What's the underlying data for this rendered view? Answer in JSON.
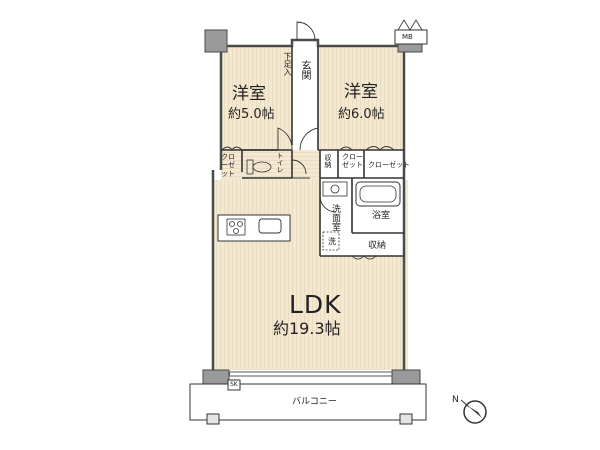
{
  "rooms": {
    "western_room_1": {
      "name": "洋室",
      "size": "約5.0帖"
    },
    "western_room_2": {
      "name": "洋室",
      "size": "約6.0帖"
    },
    "ldk": {
      "name": "LDK",
      "size": "約19.3帖"
    }
  },
  "labels": {
    "entrance": "玄関",
    "shoe_box": "下足入",
    "mb": "MB",
    "closet_1": "クローゼット",
    "closet_2": "クローゼット",
    "closet_3": "クローゼット",
    "storage_small": "収納",
    "toilet": "トイレ",
    "washroom": "洗面室",
    "washer": "洗",
    "bathroom": "浴室",
    "storage": "収納",
    "sk": "SK",
    "balcony": "バルコニー",
    "compass": "N"
  },
  "colors": {
    "floor_wood": "#f3e8d2",
    "floor_wood_stripe": "#e8d9bd",
    "floor_wet": "#ffffff",
    "wall": "#4a4a4a",
    "wall_fill": "#8c8c8c",
    "line": "#333333"
  },
  "icons": [
    "compass-icon",
    "kitchen-stove-icon",
    "kitchen-sink-icon",
    "toilet-icon",
    "bathtub-icon",
    "washbasin-icon",
    "door-swing-icon",
    "window-icon"
  ]
}
